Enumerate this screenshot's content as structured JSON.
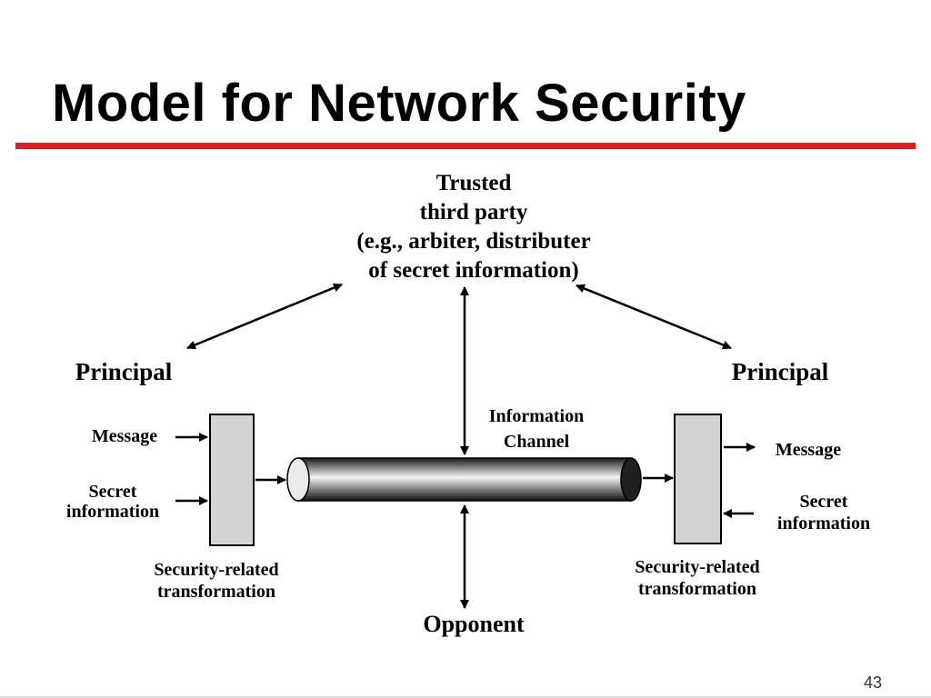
{
  "slide": {
    "title": "Model for Network Security",
    "page_number": "43",
    "accent_color": "#e8181c"
  },
  "diagram": {
    "trusted_third_party": {
      "lines": [
        "Trusted",
        "third party",
        "(e.g., arbiter, distributer",
        "of secret information)"
      ]
    },
    "left_principal": {
      "label": "Principal",
      "input_message": "Message",
      "secret_lines": [
        "Secret",
        "information"
      ],
      "transform_lines": [
        "Security-related",
        "transformation"
      ]
    },
    "right_principal": {
      "label": "Principal",
      "output_message": "Message",
      "secret_lines": [
        "Secret",
        "information"
      ],
      "transform_lines": [
        "Security-related",
        "transformation"
      ]
    },
    "channel_lines": [
      "Information",
      "Channel"
    ],
    "opponent": "Opponent"
  }
}
